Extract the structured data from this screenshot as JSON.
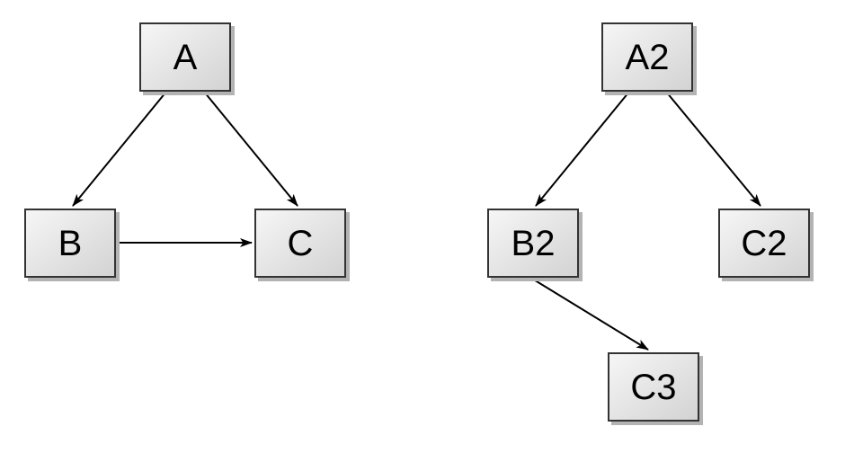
{
  "colors": {
    "background": "#ffffff",
    "node_border": "#333333",
    "node_fill_light": "#f6f6f6",
    "node_fill_dark": "#d3d3d3",
    "node_shadow": "#b3b3b3",
    "edge": "#000000",
    "label": "#000000"
  },
  "graphs": [
    {
      "name": "left-triangle-graph",
      "nodes": [
        {
          "id": "A",
          "label": "A"
        },
        {
          "id": "B",
          "label": "B"
        },
        {
          "id": "C",
          "label": "C"
        }
      ],
      "edges": [
        {
          "from": "A",
          "to": "B"
        },
        {
          "from": "A",
          "to": "C"
        },
        {
          "from": "B",
          "to": "C"
        }
      ]
    },
    {
      "name": "right-tree-graph",
      "nodes": [
        {
          "id": "A2",
          "label": "A2"
        },
        {
          "id": "B2",
          "label": "B2"
        },
        {
          "id": "C2",
          "label": "C2"
        },
        {
          "id": "C3",
          "label": "C3"
        }
      ],
      "edges": [
        {
          "from": "A2",
          "to": "B2"
        },
        {
          "from": "A2",
          "to": "C2"
        },
        {
          "from": "B2",
          "to": "C3"
        }
      ]
    }
  ]
}
